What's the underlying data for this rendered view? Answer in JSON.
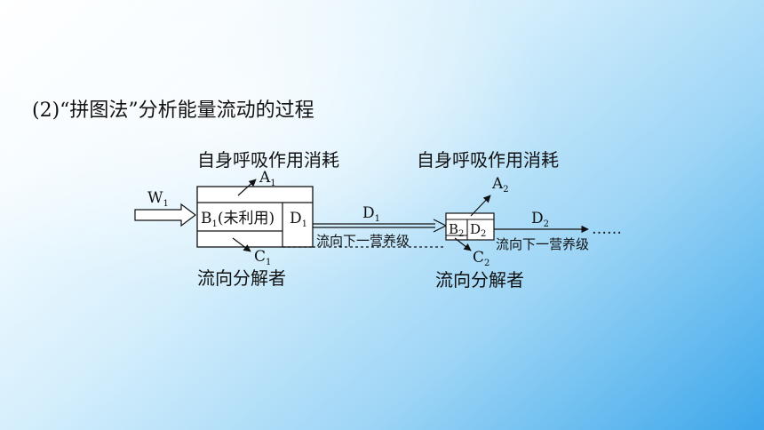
{
  "heading": "(2)“拼图法”分析能量流动的过程",
  "diagram": {
    "level1": {
      "respiration": "自身呼吸作用消耗",
      "input_label": "W",
      "input_sub": "1",
      "box_label": "B",
      "box_sub": "1",
      "box_note": "(未利用)",
      "a_label": "A",
      "a_sub": "1",
      "c_label": "C",
      "c_sub": "1",
      "d_label": "D",
      "d_sub": "1",
      "decomposer": "流向分解者",
      "to_next": "流向下一营养级",
      "arrow_label": "D",
      "arrow_sub": "1"
    },
    "level2": {
      "respiration": "自身呼吸作用消耗",
      "box_label": "B",
      "box_sub": "2",
      "a_label": "A",
      "a_sub": "2",
      "c_label": "C",
      "c_sub": "2",
      "d_label": "D",
      "d_sub": "2",
      "decomposer": "流向分解者",
      "to_next": "流向下一营养级",
      "arrow_label": "D",
      "arrow_sub": "2",
      "ellipsis": "……"
    }
  }
}
